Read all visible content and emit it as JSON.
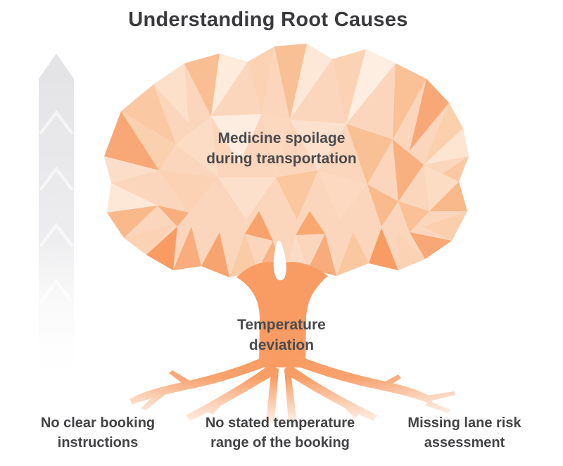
{
  "title": "Understanding Root Causes",
  "tree": {
    "canopy_label_line1": "Medicine spoilage",
    "canopy_label_line2": "during transportation",
    "trunk_label_line1": "Temperature",
    "trunk_label_line2": "deviation"
  },
  "root_causes": [
    {
      "line1": "No clear booking",
      "line2": "instructions"
    },
    {
      "line1": "No stated temperature",
      "line2": "range of the booking"
    },
    {
      "line1": "Missing lane risk",
      "line2": "assessment"
    }
  ],
  "colors": {
    "canopy_light": "#FDEDE0",
    "canopy_mid": "#FAC79E",
    "canopy_deep": "#F89C63",
    "trunk": "#F89C63",
    "arrow_gray": "#E3E3E5",
    "title_text": "#39393C",
    "label_text": "#434346"
  }
}
